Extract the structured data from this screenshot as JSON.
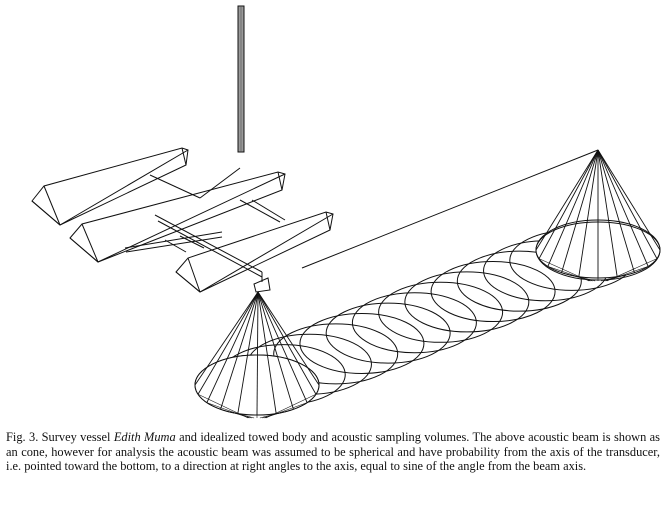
{
  "colors": {
    "ink": "#111111",
    "mast_fill": "#9a9a9a",
    "background": "#ffffff"
  },
  "caption": {
    "prefix": "Fig. 3. Survey vessel ",
    "vessel_name": "Edith Muma",
    "body": " and idealized towed body and acoustic sampling volumes.  The above acoustic beam is shown as an cone, however for analysis the acoustic beam was assumed to be spherical and have probability from the axis of the transducer, i.e. pointed toward the bottom, to a direction at right angles to the axis, equal to sine of the angle from the beam axis."
  },
  "sampling_volumes": {
    "ellipse_count": 14
  }
}
